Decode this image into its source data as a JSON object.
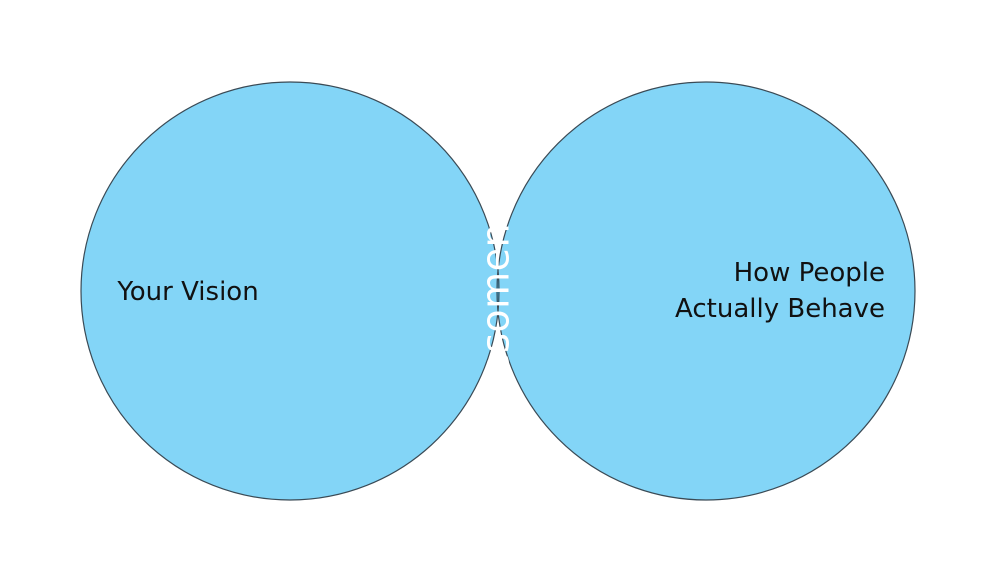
{
  "venn": {
    "left_label": "Your Vision",
    "right_label_line1": "How People",
    "right_label_line2": "Actually Behave",
    "overlap_label": "Awesomeness!"
  },
  "colors": {
    "circle_fill": "#83D5F7",
    "overlap_fill": "#3CBEF2",
    "outline": "#3A4A55",
    "background": "#FFFFFF"
  }
}
